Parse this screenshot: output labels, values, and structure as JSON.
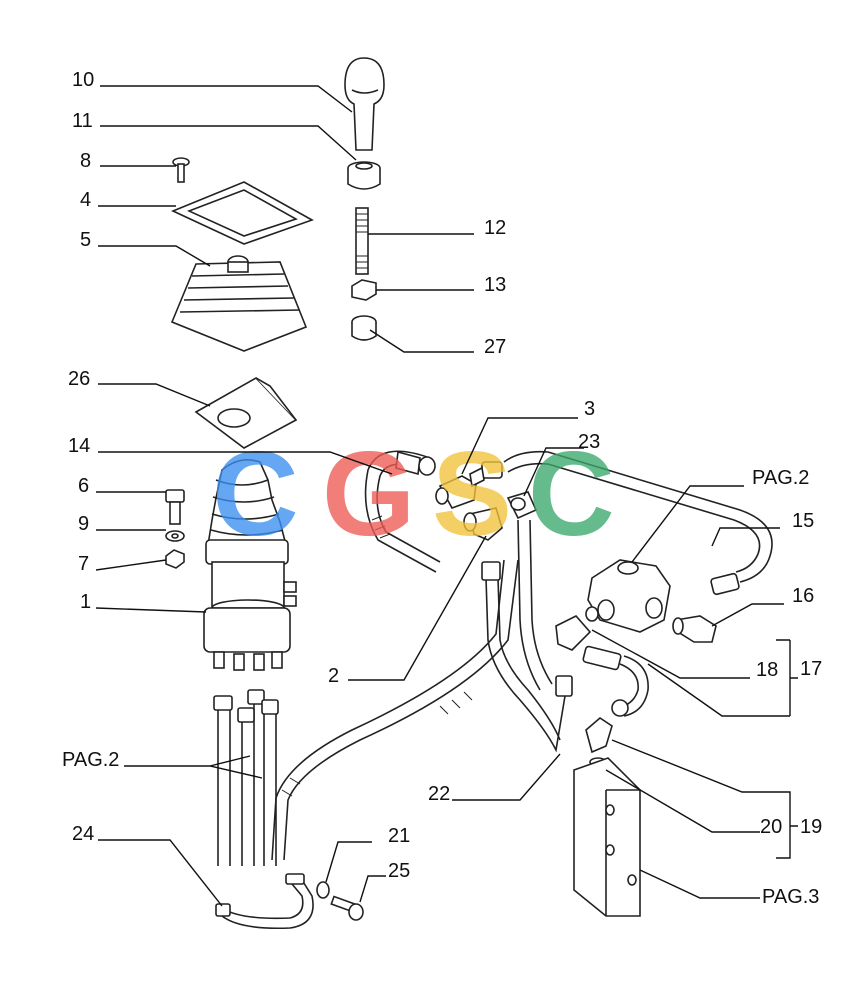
{
  "watermark": {
    "letters": [
      "C",
      "G",
      "S",
      "C"
    ],
    "colors": [
      "#3b8ff0",
      "#ef5a54",
      "#f2c23a",
      "#3aa86b"
    ]
  },
  "callouts": {
    "c10": "10",
    "c11": "11",
    "c8": "8",
    "c4": "4",
    "c5": "5",
    "c12": "12",
    "c13": "13",
    "c27": "27",
    "c26": "26",
    "c14": "14",
    "c3": "3",
    "c23": "23",
    "c6": "6",
    "c9": "9",
    "c7": "7",
    "c1": "1",
    "c2": "2",
    "c15": "15",
    "c16": "16",
    "c18": "18",
    "c17": "17",
    "c22": "22",
    "c20": "20",
    "c19": "19",
    "c21": "21",
    "c25": "25",
    "c24": "24",
    "pag2_top": "PAG.2",
    "pag2_left": "PAG.2",
    "pag3": "PAG.3"
  },
  "icons": {
    "knob": "gear-lever-knob-icon",
    "boot": "rubber-boot-icon",
    "valve": "joystick-valve-icon",
    "manifold": "valve-block-icon"
  }
}
